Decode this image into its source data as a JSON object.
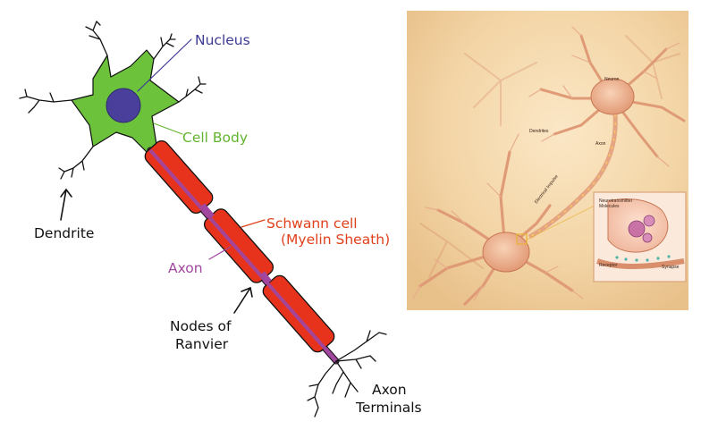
{
  "diagram": {
    "labels": {
      "nucleus": "Nucleus",
      "cell_body": "Cell Body",
      "dendrite": "Dendrite",
      "schwann_line1": "Schwann cell",
      "schwann_line2": "(Myelin Sheath)",
      "axon": "Axon",
      "nodes_line1": "Nodes of",
      "nodes_line2": "Ranvier",
      "terminals_line1": "Axon",
      "terminals_line2": "Terminals"
    },
    "colors": {
      "cell_body": "#6cc23a",
      "nucleus": "#4a3f9a",
      "myelin": "#e8331c",
      "axon": "#a2479f",
      "nucleus_label": "#3d3a94",
      "cell_body_label": "#62b430",
      "schwann_label": "#e0401b",
      "axon_label": "#a2479f",
      "text": "#111111"
    }
  },
  "illustration": {
    "labels": {
      "neuron": "Neuron",
      "dendrites": "Dendrites",
      "axon": "Axon",
      "impulse": "Electrical Impulse",
      "neurotransmitter": "Neurotransmitter",
      "molecules": "Molecules",
      "receptor": "Receptor",
      "synapse": "Synapse"
    }
  }
}
